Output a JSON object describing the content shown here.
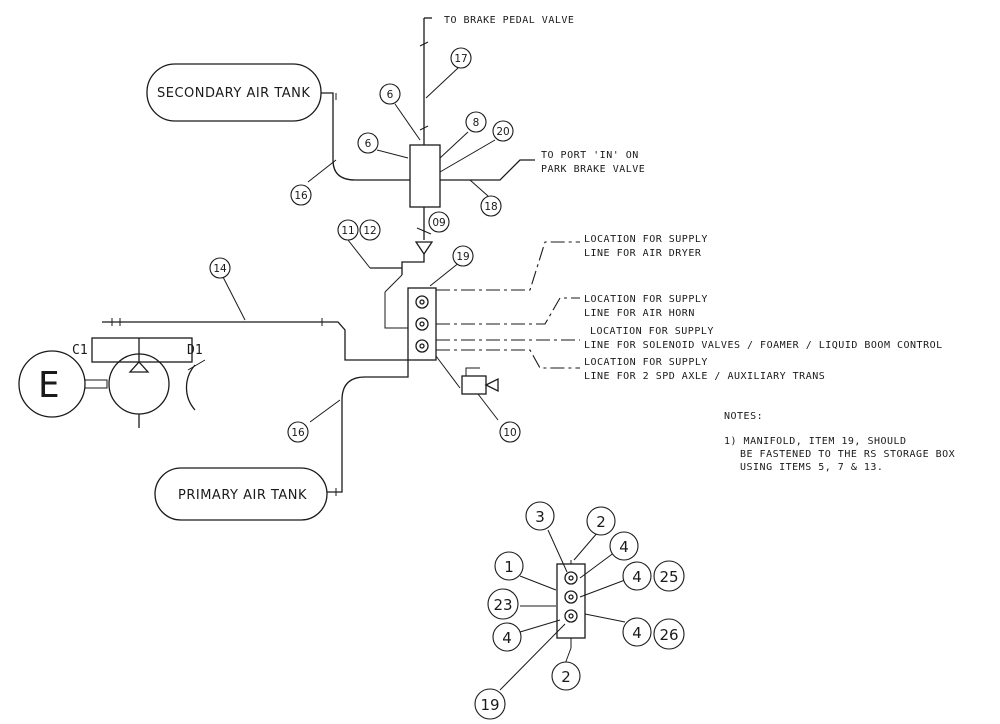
{
  "labels": {
    "to_brake_pedal_valve": "TO BRAKE PEDAL VALVE",
    "to_port_in_1": "TO PORT 'IN' ON",
    "to_port_in_2": "PARK BRAKE VALVE",
    "secondary_tank": "SECONDARY AIR TANK",
    "primary_tank": "PRIMARY AIR TANK",
    "dryer_1": "LOCATION FOR SUPPLY",
    "dryer_2": "LINE FOR AIR DRYER",
    "horn_1": "LOCATION FOR SUPPLY",
    "horn_2": "LINE FOR AIR HORN",
    "sol_1": "LOCATION FOR SUPPLY",
    "sol_2": "LINE FOR SOLENOID VALVES / FOAMER / LIQUID BOOM CONTROL",
    "axle_1": "LOCATION FOR SUPPLY",
    "axle_2": "LINE FOR 2 SPD AXLE / AUXILIARY TRANS",
    "c1": "C1",
    "d1": "D1",
    "e": "E"
  },
  "notes": {
    "title": "NOTES:",
    "line1": "1) MANIFOLD, ITEM 19, SHOULD",
    "line2": "BE FASTENED TO THE RS STORAGE BOX",
    "line3": "USING ITEMS 5, 7 & 13."
  },
  "balloons": {
    "b17": "17",
    "b6a": "6",
    "b6b": "6",
    "b8": "8",
    "b20": "20",
    "b16a": "16",
    "b18": "18",
    "b09": "09",
    "b11": "11",
    "b12": "12",
    "b19": "19",
    "b14": "14",
    "b10": "10",
    "b16b": "16"
  },
  "detail_balloons": {
    "d3": "3",
    "d2a": "2",
    "d4a": "4",
    "d1": "1",
    "d4b": "4",
    "d25": "25",
    "d23": "23",
    "d4c": "4",
    "d4d": "4",
    "d26": "26",
    "d2b": "2",
    "d19": "19"
  }
}
